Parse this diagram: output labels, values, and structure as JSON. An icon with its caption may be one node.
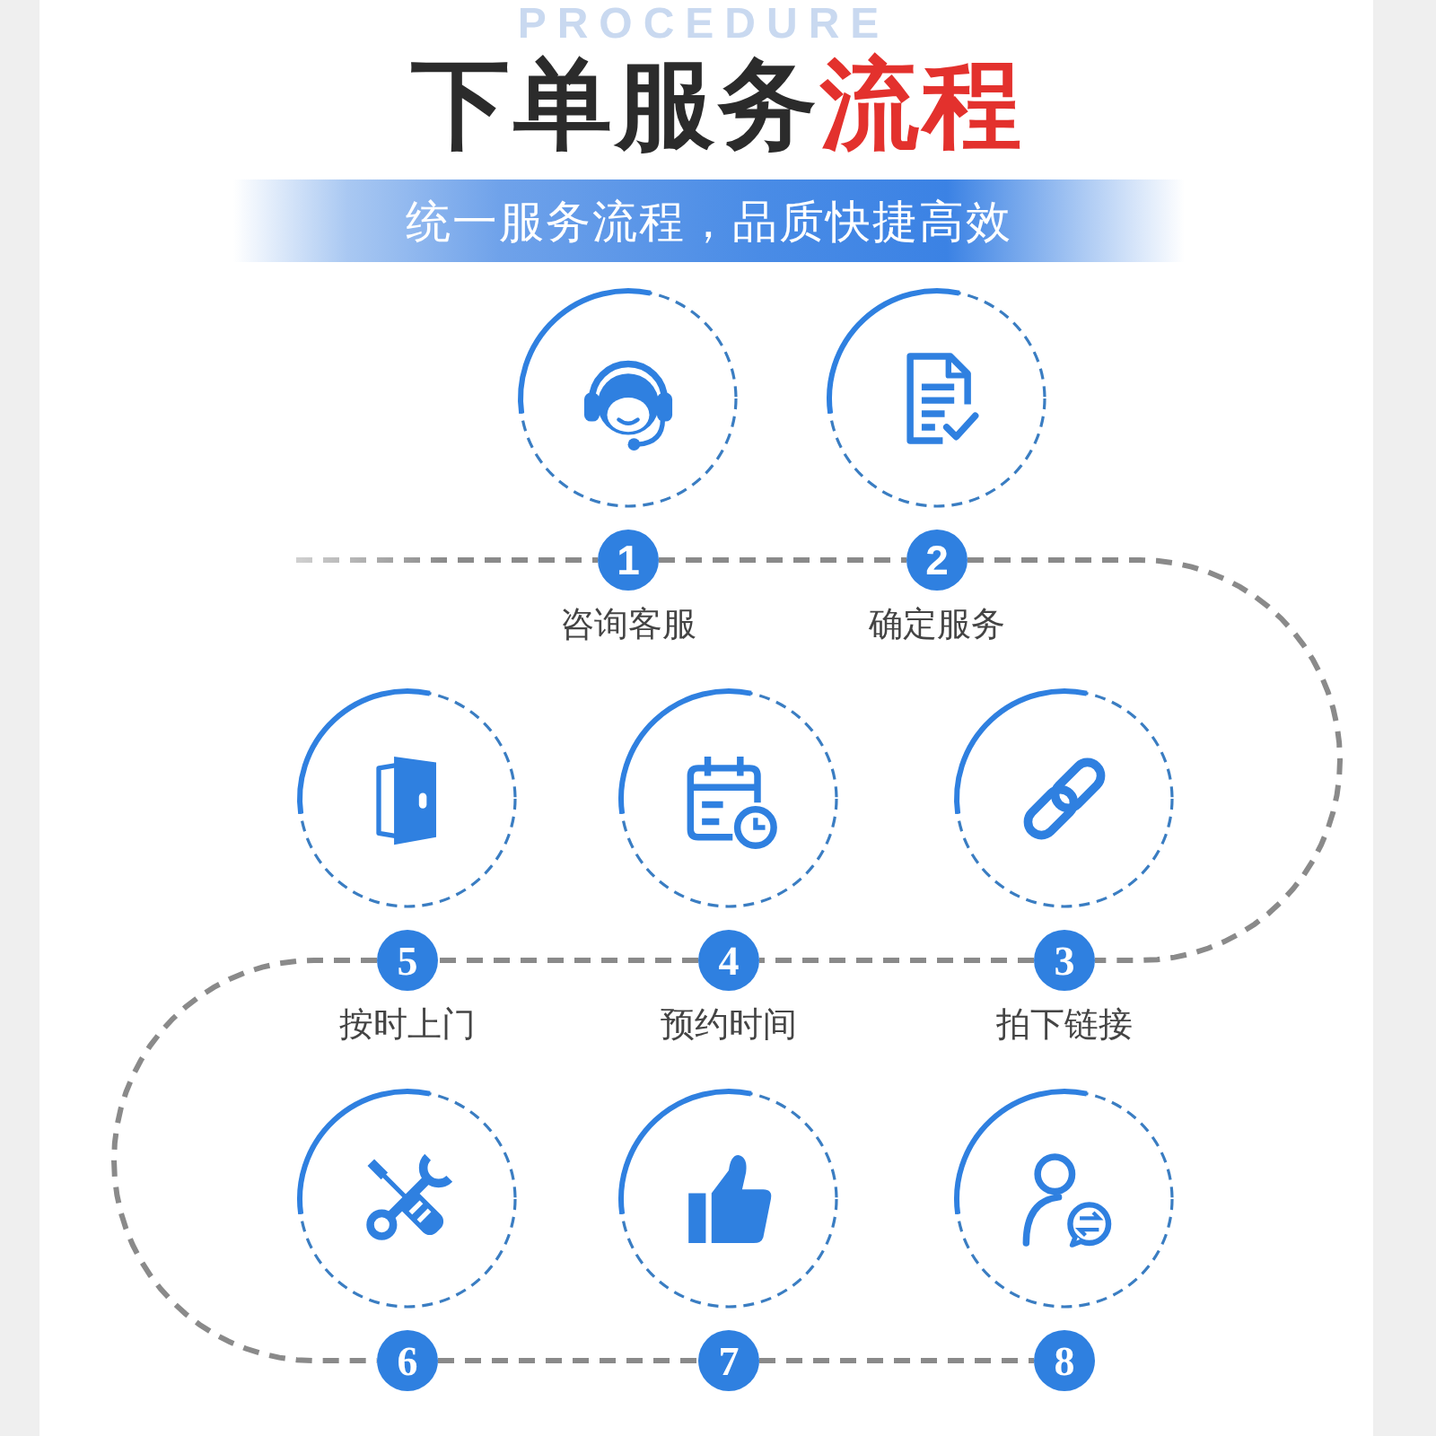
{
  "diagram": {
    "title": "下单服务**流程**",
    "nodes": [
      {
        "text": [
          "统一服务流程，品质快捷高效"
        ]
      },
      {
        "text": [
          "1"
        ],
        "beside": [
          "咨询客服"
        ]
      },
      {
        "text": [
          "2"
        ],
        "beside": [
          "确定服务"
        ]
      },
      {
        "text": [
          "3"
        ],
        "beside": [
          "拍下链接"
        ]
      },
      {
        "text": [
          "4"
        ],
        "beside": [
          "预约时间"
        ]
      },
      {
        "text": [
          "5"
        ],
        "beside": [
          "按时上门"
        ]
      },
      {
        "text": [
          "6"
        ]
      },
      {
        "text": [
          "7"
        ]
      },
      {
        "text": [
          "8"
        ]
      }
    ],
    "edges": [
      {
        "from": null,
        "to": 1,
        "arrow": "none",
        "style": "dashed"
      },
      {
        "from": 1,
        "to": 2,
        "arrow": "none",
        "style": "dashed"
      },
      {
        "from": 2,
        "to": 3,
        "arrow": "none",
        "style": "dashed"
      },
      {
        "from": 3,
        "to": 4,
        "arrow": "none",
        "style": "dashed"
      },
      {
        "from": 4,
        "to": 5,
        "arrow": "none",
        "style": "dashed"
      },
      {
        "from": 5,
        "to": 6,
        "arrow": "none",
        "style": "dashed"
      },
      {
        "from": 6,
        "to": 7,
        "arrow": "none",
        "style": "dashed"
      },
      {
        "from": 7,
        "to": 8,
        "arrow": "none",
        "style": "dashed"
      }
    ],
    "labels": [
      "PROCEDURE"
    ]
  }
}
